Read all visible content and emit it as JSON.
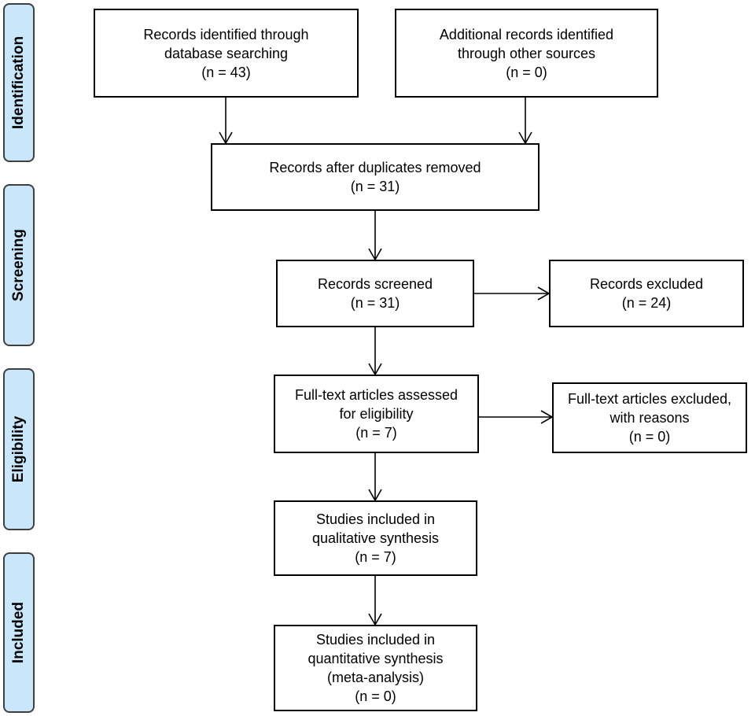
{
  "phases": {
    "identification": "Identification",
    "screening": "Screening",
    "eligibility": "Eligibility",
    "included": "Included"
  },
  "boxes": {
    "db_records": {
      "lines": [
        "Records identified through",
        "database searching",
        "(n = 43)"
      ]
    },
    "other_records": {
      "lines": [
        "Additional records identified",
        "through other sources",
        "(n = 0)"
      ]
    },
    "deduped": {
      "lines": [
        "Records after duplicates removed",
        "(n = 31)"
      ]
    },
    "screened": {
      "lines": [
        "Records screened",
        "(n = 31)"
      ]
    },
    "excluded": {
      "lines": [
        "Records excluded",
        "(n = 24)"
      ]
    },
    "fulltext": {
      "lines": [
        "Full-text articles assessed",
        "for eligibility",
        "(n = 7)"
      ]
    },
    "fulltext_excluded": {
      "lines": [
        "Full-text articles excluded,",
        "with reasons",
        "(n = 0)"
      ]
    },
    "qualitative": {
      "lines": [
        "Studies included in",
        "qualitative synthesis",
        "(n = 7)"
      ]
    },
    "quantitative": {
      "lines": [
        "Studies included in",
        "quantitative synthesis",
        "(meta-analysis)",
        "(n = 0)"
      ]
    }
  },
  "colors": {
    "phase_fill": "#c9e6fb",
    "phase_border": "#3f3f3f",
    "line": "#000000"
  }
}
